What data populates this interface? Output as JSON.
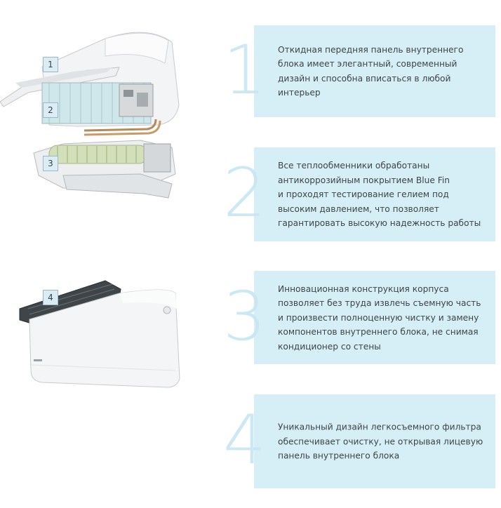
{
  "features": [
    {
      "number": "1",
      "text": "Откидная передняя панель внутреннего\nблока имеет элегантный, современный\nдизайн и способна вписаться в любой\nинтерьер"
    },
    {
      "number": "2",
      "text": "Все теплообменники обработаны\nантикоррозийным покрытием Blue Fin\nи проходят тестирование гелием под\nвысоким давлением, что позволяет\nгарантировать высокую надежность работы"
    },
    {
      "number": "3",
      "text": "Инновационная конструкция корпуса\nпозволяет без труда извлечь съемную часть\nи произвести полноценную чистку и замену\nкомпонентов внутреннего блока, не снимая\nкондиционер со стены"
    },
    {
      "number": "4",
      "text": "Уникальный дизайн легкосъемного фильтра\nобеспечивает очистку, не открывая лицевую\nпанель внутреннего блока"
    }
  ],
  "badges": [
    "1",
    "2",
    "3",
    "4"
  ],
  "colors": {
    "card_bg": "#d6eef6",
    "digit": "#c9e7f3",
    "text": "#3d4548",
    "badge_bg": "#dcecf4",
    "badge_border": "#9cb8c8"
  }
}
